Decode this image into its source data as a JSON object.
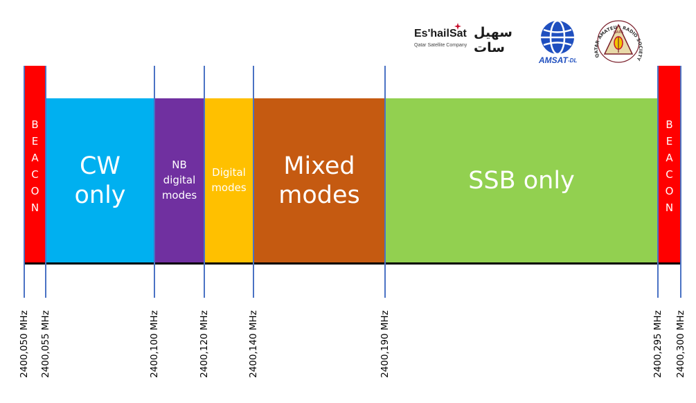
{
  "bands": [
    {
      "id": "beacon-left",
      "label": "B\nE\nA\nC\nO\nN",
      "color": "#ff0000"
    },
    {
      "id": "cw",
      "label": "CW\nonly",
      "color": "#00b0f0"
    },
    {
      "id": "nb-digital",
      "label": "NB\ndigital\nmodes",
      "color": "#7030a0"
    },
    {
      "id": "digital",
      "label": "Digital\nmodes",
      "color": "#ffc000"
    },
    {
      "id": "mixed",
      "label": "Mixed\nmodes",
      "color": "#c55a11"
    },
    {
      "id": "ssb",
      "label": "SSB only",
      "color": "#92d050"
    },
    {
      "id": "beacon-right",
      "label": "B\nE\nA\nC\nO\nN",
      "color": "#ff0000"
    }
  ],
  "frequencies": [
    "2400,050 MHz",
    "2400,055 MHz",
    "2400,100 MHz",
    "2400,120 MHz",
    "2400,140 MHz",
    "2400,190 MHz",
    "2400,295 MHz",
    "2400,300 MHz"
  ],
  "logos": {
    "eshailsat_name": "Es'hailSat",
    "eshailsat_arabic": "سهيل سات",
    "eshailsat_sub": "Qatar Satellite Company",
    "amsat": "AMSAT",
    "amsat_suffix": "-DL",
    "qars_initials": "Q.A.R.S.",
    "qars_ring": "QATAR AMATEUR RADIO SOCIETY"
  },
  "colors": {
    "tick": "#4a72c4",
    "beacon": "#ff0000",
    "amsat_blue": "#1f4fbf"
  }
}
